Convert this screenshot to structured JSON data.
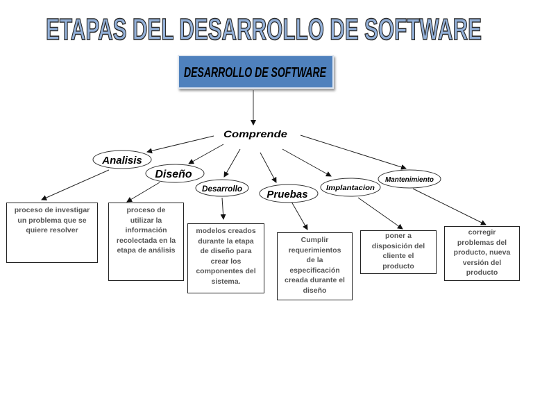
{
  "title": "ETAPAS DEL DESARROLLO DE SOFTWARE",
  "root": "DESARROLLO DE SOFTWARE",
  "connector": "Comprende",
  "colors": {
    "title_fill": "#93b0d8",
    "title_stroke": "#2b2b2b",
    "root_fill": "#4f81bd",
    "box_text": "#555555"
  },
  "stages": [
    {
      "name": "Analisis",
      "description": [
        "proceso de investigar",
        "un problema que se",
        "quiere resolver"
      ]
    },
    {
      "name": "Diseño",
      "description": [
        "proceso de",
        "utilizar la",
        "información",
        "recolectada en la",
        "etapa de análisis"
      ]
    },
    {
      "name": "Desarrollo",
      "description": [
        "modelos creados",
        "durante la etapa",
        "de diseño para",
        "crear los",
        "componentes del",
        "sistema."
      ]
    },
    {
      "name": "Pruebas",
      "description": [
        "Cumplir",
        "requerimientos",
        "de la",
        "especificación",
        "creada durante el",
        "diseño"
      ]
    },
    {
      "name": "Implantacion",
      "description": [
        "poner a",
        "disposición del",
        "cliente el",
        "producto"
      ]
    },
    {
      "name": "Mantenimiento",
      "description": [
        "corregir",
        "problemas del",
        "producto, nueva",
        "versión del",
        "producto"
      ]
    }
  ]
}
